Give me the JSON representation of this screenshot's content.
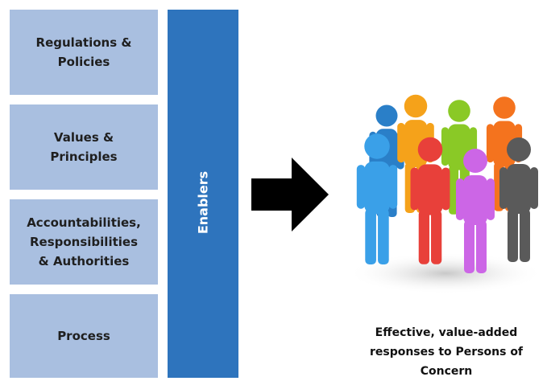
{
  "left_boxes": [
    {
      "label": "Regulations &\nPolicies"
    },
    {
      "label": "Values &\nPrinciples"
    },
    {
      "label": "Accountabilities,\nResponsibilities\n& Authorities"
    },
    {
      "label": "Process"
    }
  ],
  "enablers": {
    "label": "Enablers"
  },
  "arrow": {
    "icon": "right-arrow-icon"
  },
  "people": {
    "icon": "people-group-icon",
    "colors": [
      "#2a7fc8",
      "#f5a21a",
      "#8ac926",
      "#f4731e",
      "#3aa0e8",
      "#e8403a",
      "#cc66e6",
      "#5a5a5a"
    ]
  },
  "caption": {
    "text": "Effective, value-added\nresponses to Persons of\nConcern"
  }
}
